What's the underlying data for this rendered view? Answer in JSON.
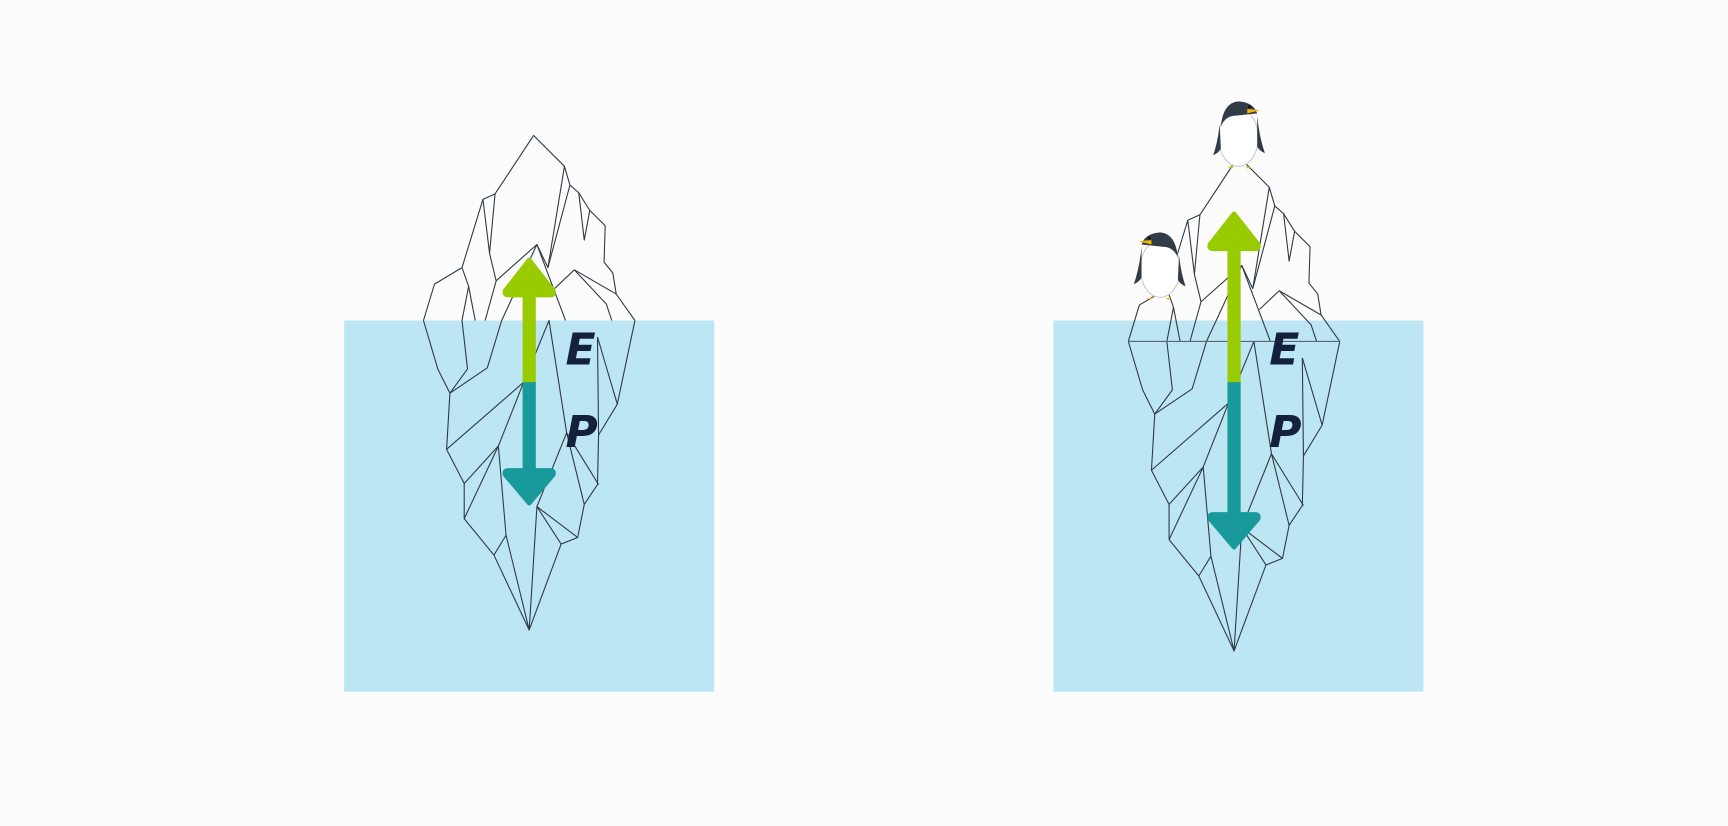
{
  "colors": {
    "background": "#fcfcfc",
    "water": "#bde6f5",
    "arrow_up": "#99cc00",
    "arrow_down": "#199a9a",
    "label": "#14213d",
    "outline": "#2f3a44"
  },
  "panels": [
    {
      "name": "iceberg-without-penguins",
      "upper_label": "E",
      "lower_label": "P",
      "penguins": 0
    },
    {
      "name": "iceberg-with-penguins",
      "upper_label": "E",
      "lower_label": "P",
      "penguins": 2
    }
  ]
}
